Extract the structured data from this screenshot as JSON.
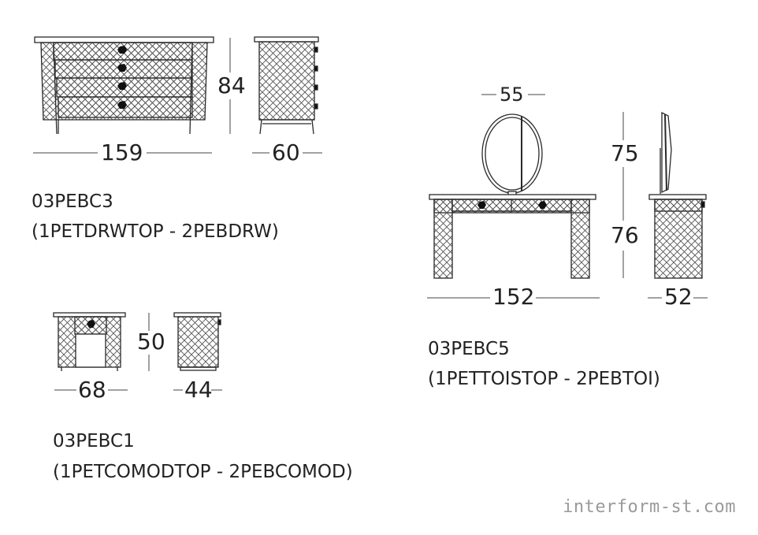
{
  "products": [
    {
      "code": "03PEBC3",
      "components": "(1PETDRWTOP - 2PEBDRW)",
      "dimensions": {
        "width": "159",
        "depth": "60",
        "height": "84"
      }
    },
    {
      "code": "03PEBC5",
      "components": "(1PETTOISTOP - 2PEBTOI)",
      "dimensions": {
        "width": "152",
        "depth": "52",
        "table_height": "76",
        "mirror_height": "75",
        "mirror_width": "55"
      }
    },
    {
      "code": "03PEBC1",
      "components": "(1PETCOMODTOP - 2PEBCOMOD)",
      "dimensions": {
        "width": "68",
        "depth": "44",
        "height": "50"
      }
    }
  ],
  "watermark": "interform-st.com",
  "colors": {
    "line": "#2a2a2a",
    "mesh": "#555555",
    "knob": "#111111",
    "watermark": "#9a9a9a"
  }
}
